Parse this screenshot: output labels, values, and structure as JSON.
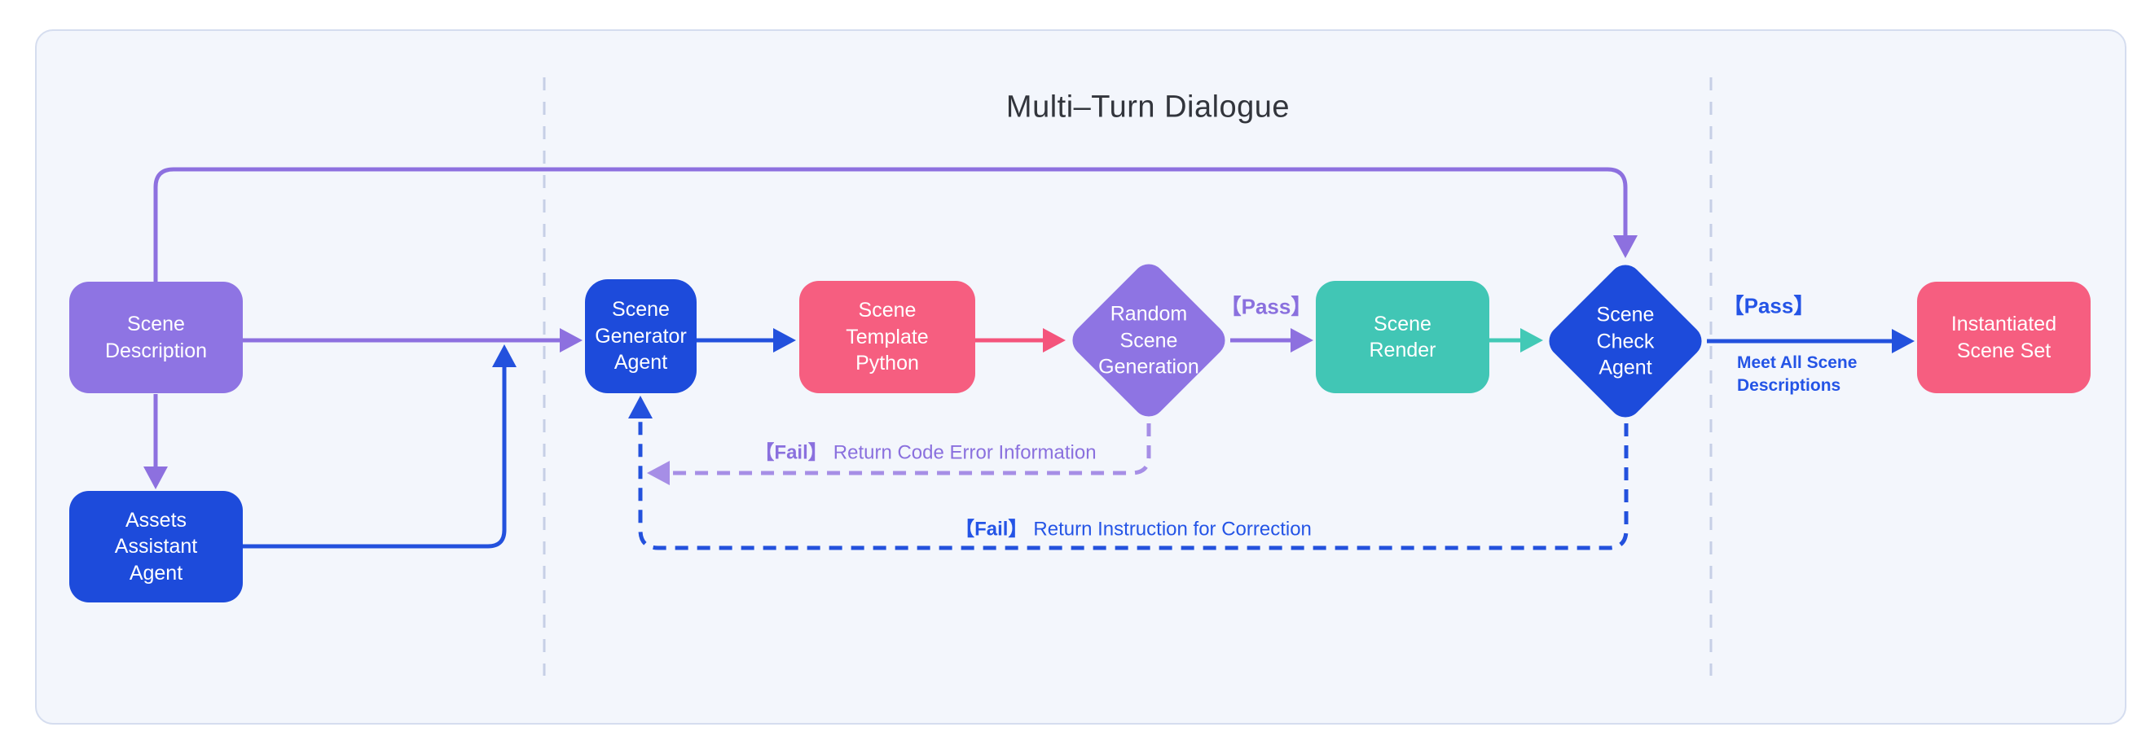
{
  "title": "Multi–Turn Dialogue",
  "nodes": {
    "scene_description": {
      "label": "Scene\nDescription",
      "shape": "rect",
      "color": "#8E74E3"
    },
    "assets_assistant_agent": {
      "label": "Assets\nAssistant\nAgent",
      "shape": "rect",
      "color": "#1D4BDB"
    },
    "scene_generator_agent": {
      "label": "Scene\nGenerator\nAgent",
      "shape": "rect",
      "color": "#1D4BDB"
    },
    "scene_template_python": {
      "label": "Scene\nTemplate\nPython",
      "shape": "rect",
      "color": "#F65E80"
    },
    "random_scene_generation": {
      "label": "Random\nScene\nGeneration",
      "shape": "diamond",
      "color": "#8E74E3"
    },
    "scene_render": {
      "label": "Scene\nRender",
      "shape": "rect",
      "color": "#41C6B5"
    },
    "scene_check_agent": {
      "label": "Scene\nCheck\nAgent",
      "shape": "diamond",
      "color": "#1D4BDB"
    },
    "instantiated_scene_set": {
      "label": "Instantiated\nScene Set",
      "shape": "rect",
      "color": "#F65E80"
    }
  },
  "edge_labels": {
    "pass_random": "【Pass】",
    "pass_check": "【Pass】",
    "pass_check_note": "Meet All Scene\nDescriptions",
    "fail_code_prefix": "【Fail】",
    "fail_code_text": "Return Code Error Information",
    "fail_instruction_prefix": "【Fail】",
    "fail_instruction_text": "Return Instruction for Correction"
  },
  "colors": {
    "purple_node": "#8E74E3",
    "blue_node": "#1D4BDB",
    "pink_node": "#F65E80",
    "teal_node": "#41C6B5",
    "purple_edge": "#8D70DF",
    "purple_dashed_edge": "#A68EE6",
    "blue_edge": "#2351DD",
    "pink_edge": "#F4547C",
    "teal_edge": "#42C9B6",
    "purple_label_text": "#8A70DE",
    "blue_label_text": "#2454E6",
    "separator": "#C6CFE6",
    "panel_background": "#F3F6FC",
    "panel_border": "#D5DDEF",
    "title_text": "#32353C"
  }
}
